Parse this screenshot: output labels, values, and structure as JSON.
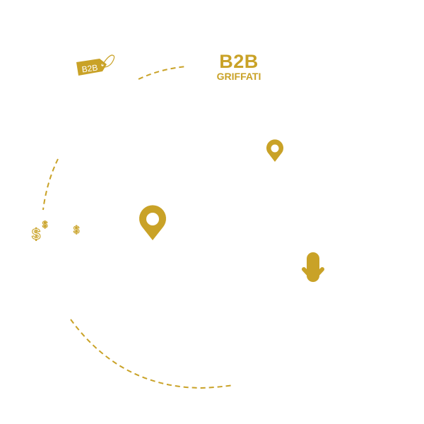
{
  "brand": {
    "line1": "B2B",
    "line2": "GRIFFATI"
  },
  "tag_label": "B2B",
  "accent_color": "#c9a227",
  "icons": [
    "price-tag-icon",
    "map-pin-icon",
    "map-pin-icon",
    "dollar-icon",
    "dollar-icon",
    "dollar-icon",
    "arrow-down-icon"
  ]
}
